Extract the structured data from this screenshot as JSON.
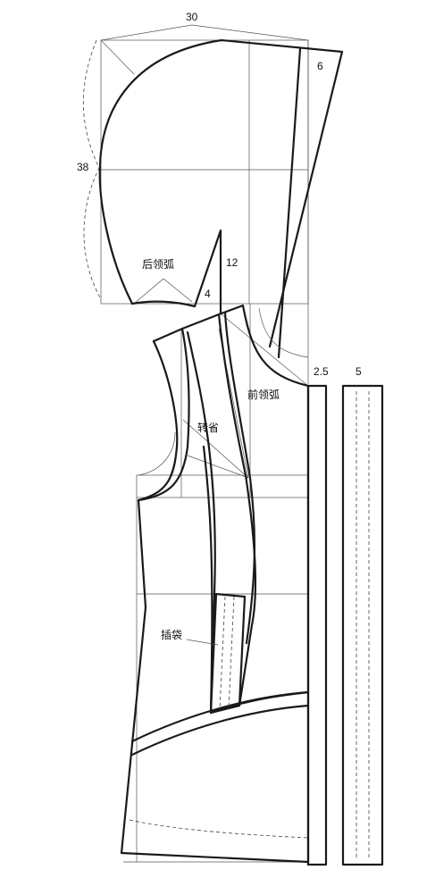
{
  "dimensions": {
    "width_30": "30",
    "height_38": "38",
    "hood_front_6": "6",
    "dart_12": "12",
    "dart_4": "4",
    "front_ext_2_5": "2.5",
    "placket_5": "5"
  },
  "labels": {
    "back_neck_curve": "后领弧",
    "front_neck_curve": "前领弧",
    "dart_transfer": "转省",
    "insert_pocket": "插袋"
  },
  "colors": {
    "line": "#1a1a1a",
    "guide": "#555555",
    "background": "#ffffff"
  }
}
